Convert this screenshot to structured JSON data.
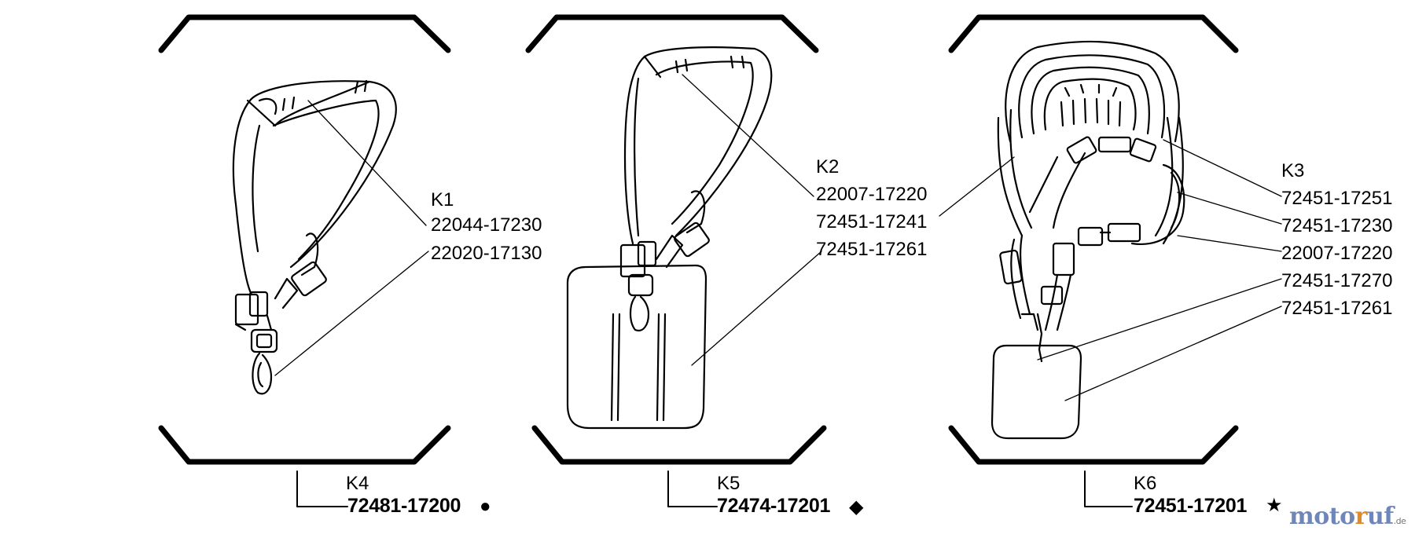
{
  "panels": [
    {
      "id": "K1",
      "labels": [
        "K1",
        "22044-17230",
        "22020-17130"
      ],
      "kit": {
        "code": "K4",
        "part": "72481-17200",
        "symbol": "●"
      }
    },
    {
      "id": "K2",
      "labels": [
        "K2",
        "22007-17220",
        "72451-17241",
        "72451-17261"
      ],
      "kit": {
        "code": "K5",
        "part": "72474-17201",
        "symbol": "◆"
      }
    },
    {
      "id": "K3",
      "labels": [
        "K3",
        "72451-17251",
        "72451-17230",
        "22007-17220",
        "72451-17270",
        "72451-17261"
      ],
      "kit": {
        "code": "K6",
        "part": "72451-17201",
        "symbol": "★"
      }
    }
  ],
  "watermark": {
    "part1": "moto",
    "part2": "r",
    "part3": "uf",
    "tld": ".de"
  }
}
